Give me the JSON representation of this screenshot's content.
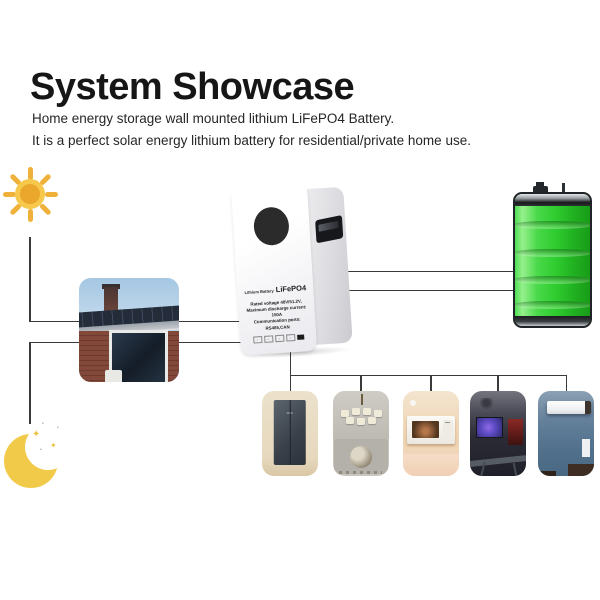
{
  "header": {
    "title": "System Showcase",
    "subtitle1": "Home energy storage wall mounted lithium LiFePO4 Battery.",
    "subtitle2": "It is a perfect solar energy lithium battery for residential/private home use."
  },
  "product": {
    "brand_small": "Lithium Battery",
    "brand_big": "LiFePO4",
    "specs": [
      "Rated voltage 48V/51.2V,",
      "Maximum discharge current:",
      "150A",
      "Communication ports:",
      "RS485,CAN"
    ],
    "cert_marks": [
      "▫",
      "▫",
      "▫",
      "▫"
    ],
    "logo_mark": "▪"
  },
  "diagram": {
    "source_icons": [
      "sun-icon",
      "moon-icon"
    ],
    "nodes": [
      "solar-house-photo",
      "wall-mounted-battery-product",
      "battery-level-icon"
    ],
    "load_photos": [
      "refrigerator",
      "chandelier-light",
      "microwave-oven",
      "computer-desk",
      "air-conditioner"
    ]
  },
  "moon_stars": {
    "star1": "✦",
    "star2": "✦",
    "dot1": "•",
    "dot2": "•",
    "dot3": "•"
  },
  "colors": {
    "sun_yellow": "#EFB13A",
    "moon_yellow": "#F2CA49",
    "battery_green": "#2ECC2E",
    "connector_line": "#3A3A3A",
    "title_text": "#161616",
    "background": "#FFFFFF"
  }
}
